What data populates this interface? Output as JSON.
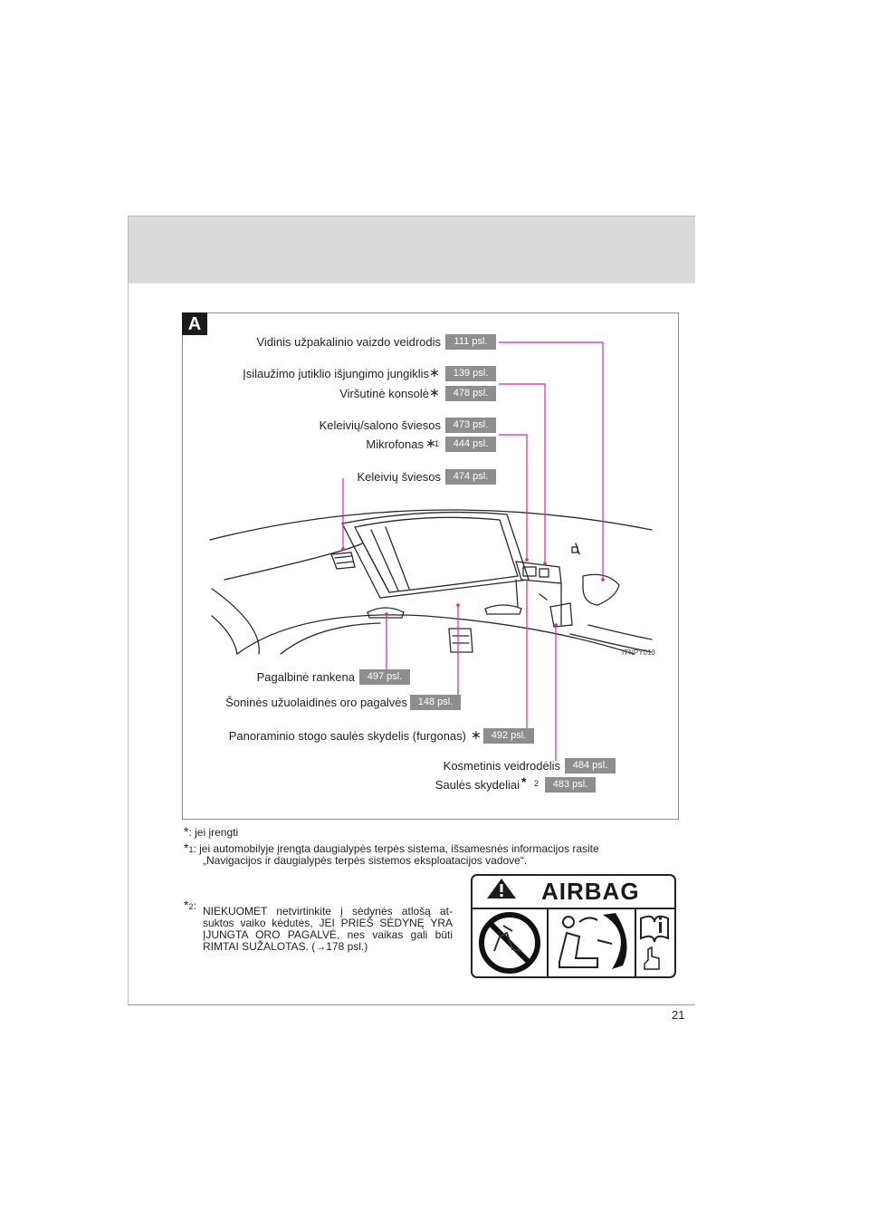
{
  "page": {
    "number": "21"
  },
  "diagram": {
    "tag": "A",
    "image_code": "ITNPY013",
    "labels": {
      "rear_view_mirror": {
        "text": "Vidinis užpakalinio vaizdo veidrodis",
        "page": "111 psl."
      },
      "intrusion_sensor_switch": {
        "text": "Įsilaužimo jutiklio išjungimo jungiklis",
        "page": "139 psl."
      },
      "overhead_console": {
        "text": "Viršutinė konsolė",
        "page": "478 psl."
      },
      "interior_lights": {
        "text": "Keleivių/salono šviesos",
        "page": "473 psl."
      },
      "microphone": {
        "text": "Mikrofonas",
        "sup": "1",
        "page": "444 psl."
      },
      "personal_lights": {
        "text": "Keleivių šviesos",
        "page": "474 psl."
      },
      "assist_grip": {
        "text": "Pagalbinė rankena",
        "page": "497 psl."
      },
      "curtain_airbags": {
        "text": "Šoninės užuolaidinės oro pagalvės",
        "page": "148 psl."
      },
      "panoramic_shade": {
        "text": "Panoraminio stogo saulės skydelis (furgonas)",
        "page": "492 psl."
      },
      "vanity_mirror": {
        "text": "Kosmetinis veidrodėlis",
        "page": "484 psl."
      },
      "sun_visors": {
        "text": "Saulės skydeliai",
        "sup": "2",
        "page": "483 psl."
      }
    },
    "star": "∗",
    "star_bold": "*"
  },
  "footnotes": {
    "star": ":  jei įrengti",
    "star1_mark": "1",
    "star1_line1": ": jei automobilyje įrengta daugialypės terpės sistema, išsamesnės informacijos rasite",
    "star1_line2": "„Navigacijos ir daugialypės terpės sistemos eksploatacijos vadove“.",
    "star2_mark": "2",
    "star2_colon": ":",
    "star2_text": "NIEKUOMET netvirtinkite į sėdynės atlošą at-suktos vaiko kėdutės, JEI PRIEŠ SĖDYNĘ YRA ĮJUNGTA ORO PAGALVĖ, nes vaikas gali būti RIMTAI SUŽALOTAS. (→178 psl.)"
  },
  "airbag_label": {
    "title": "AIRBAG"
  },
  "colors": {
    "leader": "#e2249b",
    "badge": "#8e8e8e",
    "header_band": "#dadada"
  }
}
